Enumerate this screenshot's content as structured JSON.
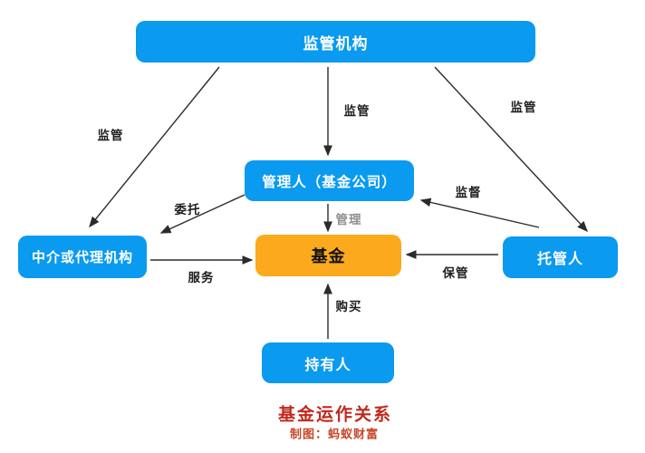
{
  "diagram": {
    "nodes": {
      "regulator": "监管机构",
      "manager": "管理人（基金公司）",
      "fund": "基金",
      "intermediary": "中介或代理机构",
      "custodian": "托管人",
      "holder": "持有人"
    },
    "edges": {
      "regulate_left": "监管",
      "regulate_mid": "监管",
      "regulate_right": "监管",
      "entrust": "委托",
      "supervise": "监督",
      "manage": "管理",
      "service": "服务",
      "custody": "保管",
      "purchase": "购买"
    },
    "footer": {
      "title": "基金运作关系",
      "credit": "制图：蚂蚁财富"
    },
    "colors": {
      "node_blue": "#0a9af0",
      "node_orange": "#fba91d",
      "arrow": "#2b2b2b",
      "edge_label": "#1f1f1f",
      "edge_label_muted": "#8f8f8f",
      "title_red": "#c1281c",
      "credit_red": "#c64628"
    }
  }
}
